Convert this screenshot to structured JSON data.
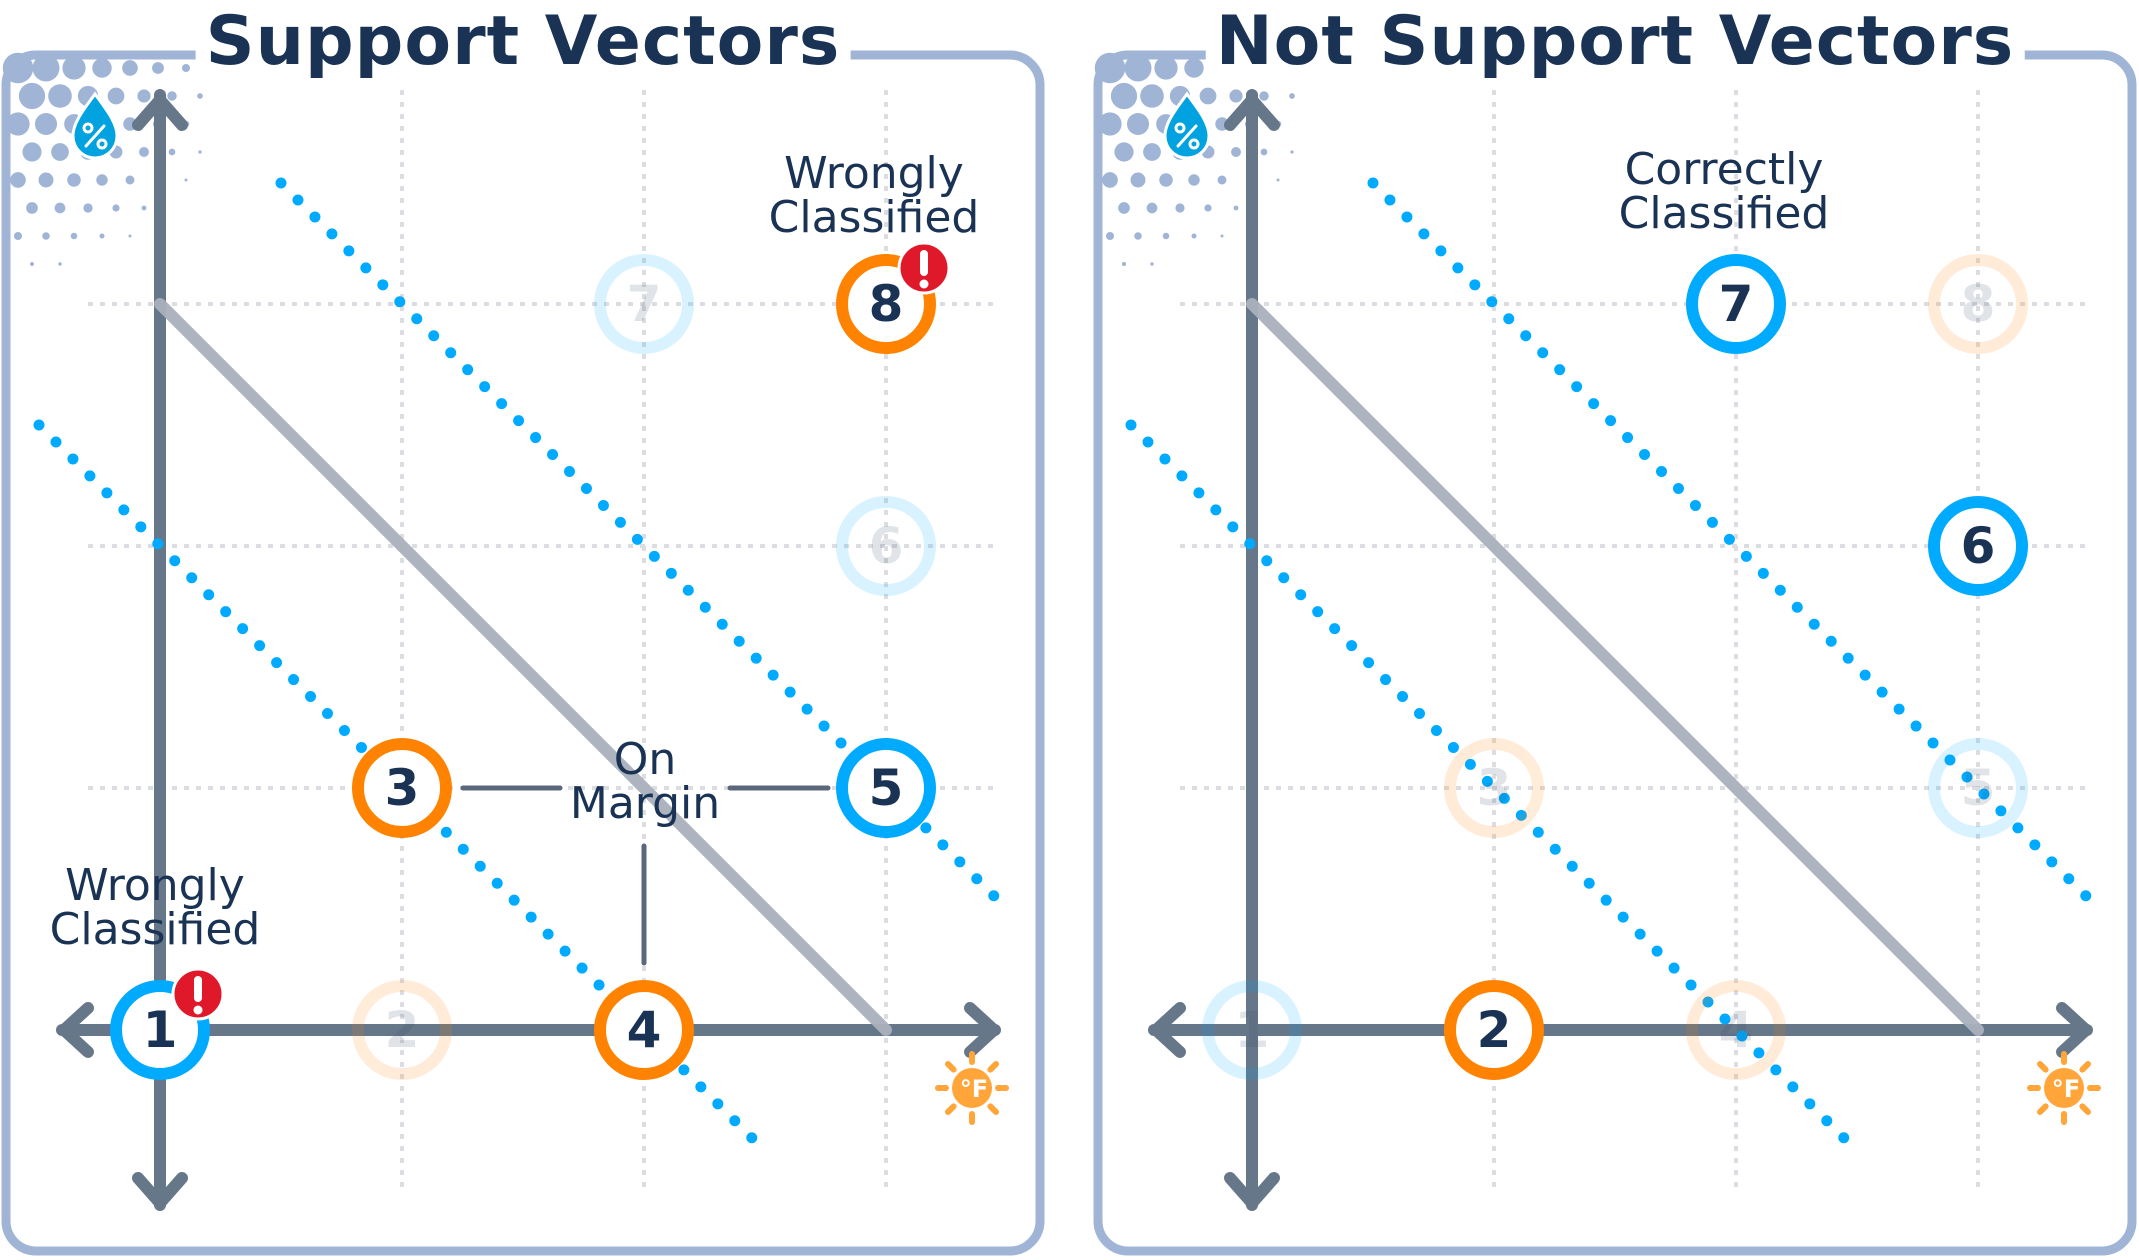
{
  "colors": {
    "frame": "#a0b4d6",
    "axis": "#66778a",
    "boundary": "#a9b1bc",
    "margin": "#00aaff",
    "blue_class": "#00aaff",
    "orange_class": "#ff8200",
    "text": "#1a3355",
    "alert": "#e0192a",
    "grid": "#dcdde3",
    "sun": "#ffa53a",
    "drop": "#00a3e0"
  },
  "icons": {
    "y_axis": "humidity-drop-percent-icon",
    "x_axis": "temperature-sun-fahrenheit-icon",
    "alert": "exclamation-alert-icon"
  },
  "panels": [
    {
      "title": "Support Vectors",
      "annotations": [
        {
          "id": "wrong-top",
          "text": "Wrongly\nClassified"
        },
        {
          "id": "wrong-bottom",
          "text": "Wrongly\nClassified"
        },
        {
          "id": "on-margin",
          "text": "On\nMargin"
        }
      ],
      "points": [
        {
          "label": "1",
          "x": 0,
          "y": 0,
          "class": "blue",
          "highlighted": true,
          "alert": true
        },
        {
          "label": "2",
          "x": 1,
          "y": 0,
          "class": "orange",
          "highlighted": false,
          "alert": false
        },
        {
          "label": "3",
          "x": 1,
          "y": 1,
          "class": "orange",
          "highlighted": true,
          "alert": false
        },
        {
          "label": "4",
          "x": 2,
          "y": 0,
          "class": "orange",
          "highlighted": true,
          "alert": false
        },
        {
          "label": "5",
          "x": 3,
          "y": 1,
          "class": "blue",
          "highlighted": true,
          "alert": false
        },
        {
          "label": "6",
          "x": 3,
          "y": 2,
          "class": "blue",
          "highlighted": false,
          "alert": false
        },
        {
          "label": "7",
          "x": 2,
          "y": 3,
          "class": "blue",
          "highlighted": false,
          "alert": false
        },
        {
          "label": "8",
          "x": 3,
          "y": 3,
          "class": "orange",
          "highlighted": true,
          "alert": true
        }
      ]
    },
    {
      "title": "Not Support Vectors",
      "annotations": [
        {
          "id": "correct-top",
          "text": "Correctly\nClassified"
        }
      ],
      "points": [
        {
          "label": "1",
          "x": 0,
          "y": 0,
          "class": "blue",
          "highlighted": false,
          "alert": false
        },
        {
          "label": "2",
          "x": 1,
          "y": 0,
          "class": "orange",
          "highlighted": true,
          "alert": false
        },
        {
          "label": "3",
          "x": 1,
          "y": 1,
          "class": "orange",
          "highlighted": false,
          "alert": false
        },
        {
          "label": "4",
          "x": 2,
          "y": 0,
          "class": "orange",
          "highlighted": false,
          "alert": false
        },
        {
          "label": "5",
          "x": 3,
          "y": 1,
          "class": "blue",
          "highlighted": false,
          "alert": false
        },
        {
          "label": "6",
          "x": 3,
          "y": 2,
          "class": "blue",
          "highlighted": true,
          "alert": false
        },
        {
          "label": "7",
          "x": 2,
          "y": 3,
          "class": "blue",
          "highlighted": true,
          "alert": false
        },
        {
          "label": "8",
          "x": 3,
          "y": 3,
          "class": "orange",
          "highlighted": false,
          "alert": false
        }
      ]
    }
  ],
  "model": {
    "decision_boundary": {
      "equation": "x + y = 3",
      "from": [
        0,
        3
      ],
      "to": [
        3,
        0
      ]
    },
    "margin_lower": {
      "equation": "x + y = 2",
      "from": [
        -0.5,
        2.5
      ],
      "to": [
        2.5,
        -0.5
      ]
    },
    "margin_upper": {
      "equation": "x + y = 4",
      "from": [
        0.5,
        3.5
      ],
      "to": [
        3.5,
        0.5
      ]
    }
  }
}
